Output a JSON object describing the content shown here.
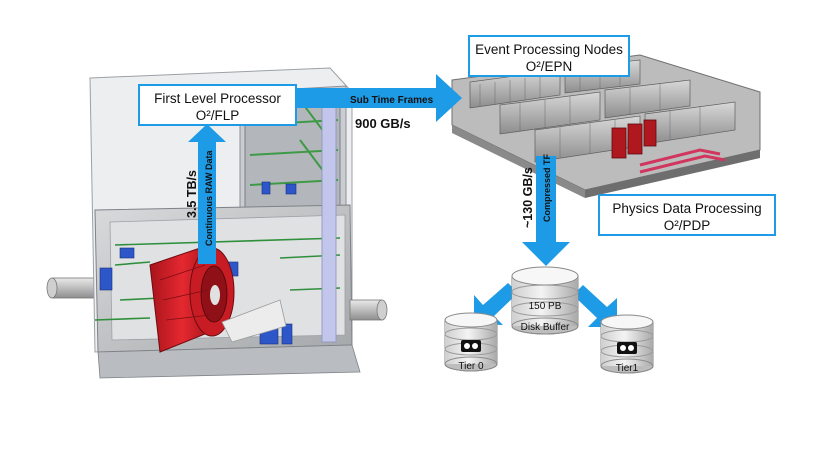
{
  "boxes": {
    "flp": {
      "title": "First Level Processor",
      "sub": "O²/FLP"
    },
    "epn": {
      "title": "Event Processing Nodes",
      "sub": "O²/EPN"
    },
    "pdp": {
      "title": "Physics Data Processing",
      "sub": "O²/PDP"
    }
  },
  "arrows": {
    "sub_time_frames": "Sub Time Frames",
    "rate_900": "900 GB/s",
    "rate_35": "3.5 TB/s",
    "continuous_raw": "Continuous RAW Data",
    "rate_130": "~130 GB/s",
    "compressed_tf": "Compressed TF"
  },
  "storage": {
    "disk_size": "150 PB",
    "disk_label": "Disk Buffer",
    "tier0": "Tier 0",
    "tier1": "Tier1"
  },
  "colors": {
    "accent_blue": "#1e9be6",
    "detector_red": "#d21e28",
    "cavern_gray": "#9aa0a6"
  }
}
